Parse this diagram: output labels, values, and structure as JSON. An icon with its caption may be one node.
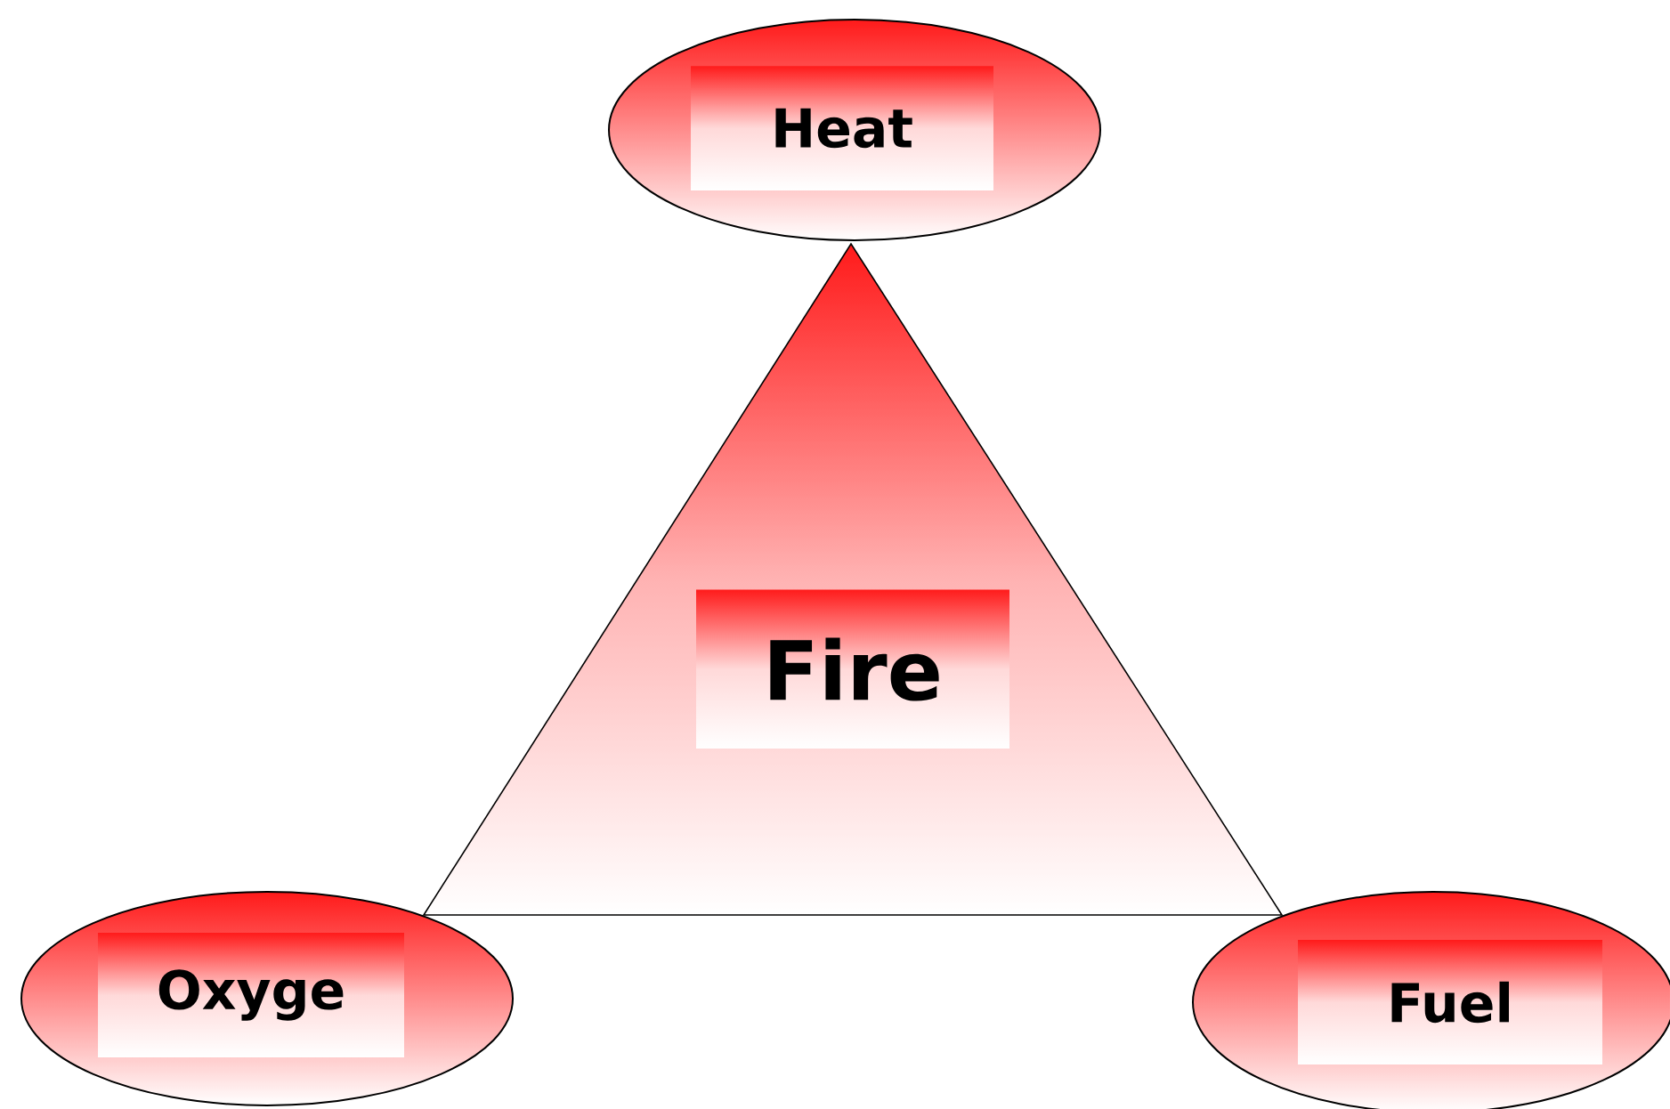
{
  "diagram": {
    "nodes": [
      {
        "text": [
          "Heat"
        ]
      },
      {
        "text": [
          "Fire"
        ]
      },
      {
        "text": [
          "Oxyge"
        ]
      },
      {
        "text": [
          "Fuel"
        ]
      }
    ]
  }
}
